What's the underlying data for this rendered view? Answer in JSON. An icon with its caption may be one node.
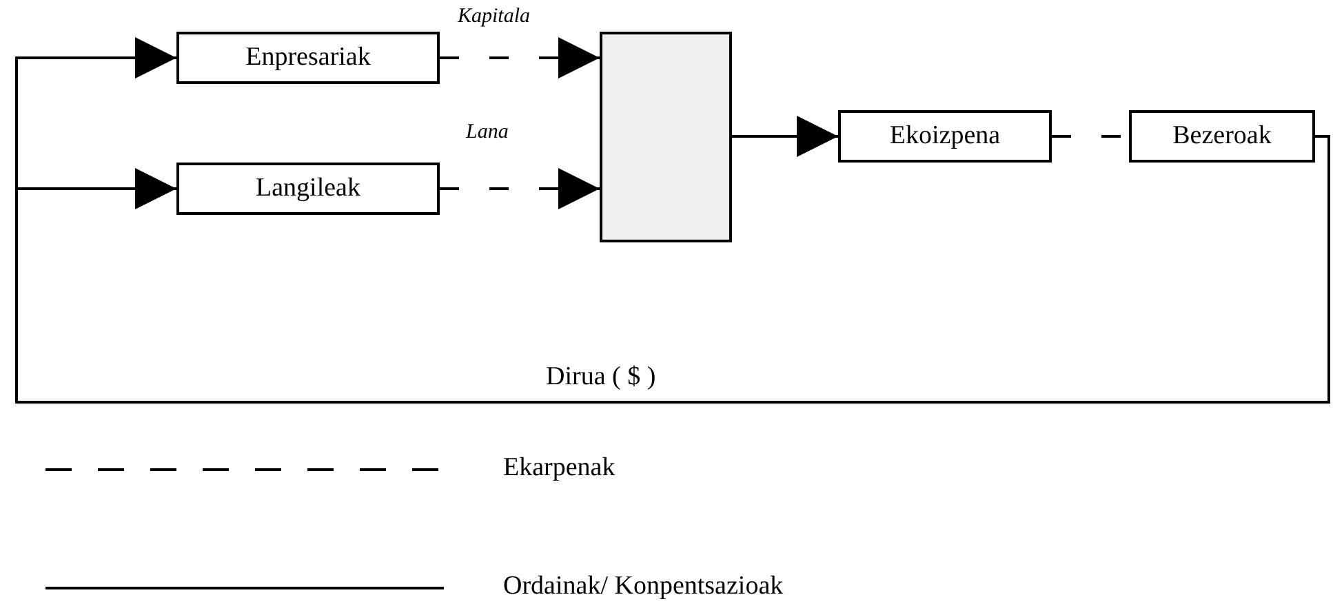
{
  "diagram": {
    "nodes": [
      {
        "text": [
          "Enpresariak"
        ]
      },
      {
        "text": [
          "Langileak"
        ]
      },
      {
        "text": [],
        "shape": "box"
      },
      {
        "text": [
          "Ekoizpena"
        ]
      },
      {
        "text": [
          "Bezeroak"
        ]
      }
    ],
    "edges": [
      {
        "from": 0,
        "to": 2,
        "arrow": "to",
        "style": "dashed",
        "label": "Kapitala"
      },
      {
        "from": 1,
        "to": 2,
        "arrow": "to",
        "style": "dashed",
        "label": "Lana"
      },
      {
        "from": 2,
        "to": 3,
        "arrow": "to"
      },
      {
        "from": 3,
        "to": 4,
        "arrow": "none",
        "style": "dashed"
      },
      {
        "from": 4,
        "to": 0,
        "arrow": "to"
      },
      {
        "from": 4,
        "to": 1,
        "arrow": "to"
      }
    ],
    "labels": [
      "Dirua ( $ )"
    ],
    "legend": [
      {
        "text": "Ekarpenak"
      },
      {
        "text": "Ordainak/ Konpentsazioak"
      }
    ]
  }
}
